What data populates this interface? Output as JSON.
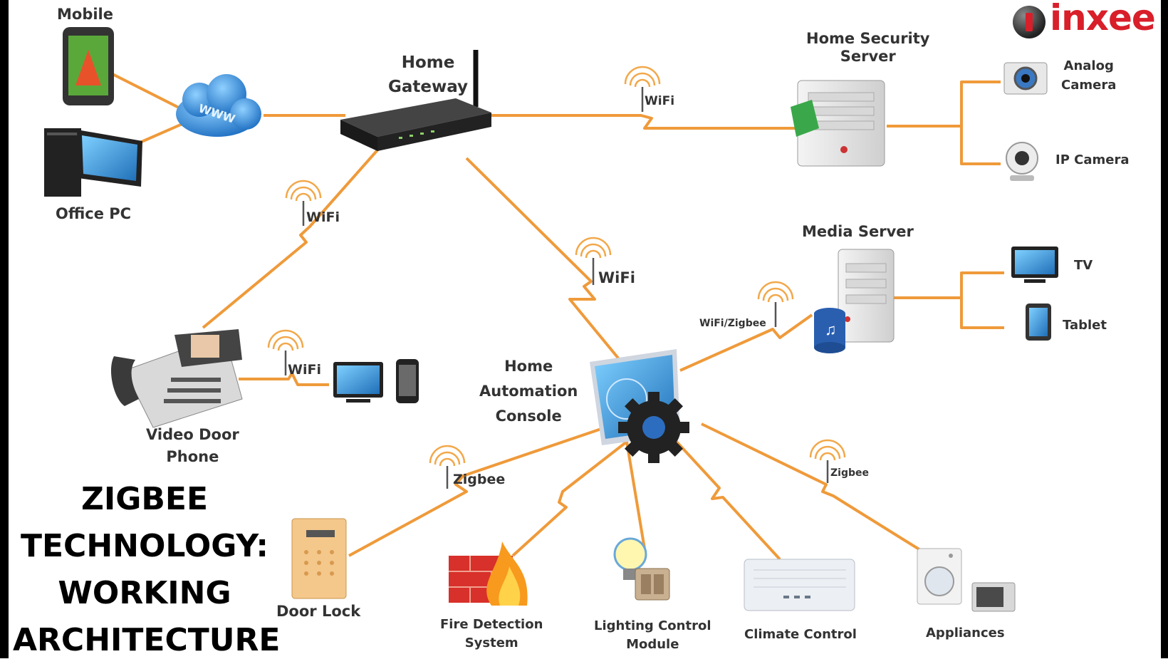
{
  "title": {
    "lines": [
      "ZIGBEE",
      "TECHNOLOGY:",
      "WORKING",
      "ARCHITECTURE"
    ]
  },
  "logo": {
    "text": "inxee"
  },
  "devices": {
    "mobile": "Mobile",
    "office_pc": "Office PC",
    "home_gateway": [
      "Home",
      "Gateway"
    ],
    "home_security_server": [
      "Home Security",
      "Server"
    ],
    "analog_camera": [
      "Analog",
      "Camera"
    ],
    "ip_camera": "IP Camera",
    "media_server": "Media Server",
    "tv": "TV",
    "tablet": "Tablet",
    "home_automation_console": [
      "Home",
      "Automation",
      "Console"
    ],
    "video_door_phone": [
      "Video Door",
      "Phone"
    ],
    "door_lock": "Door Lock",
    "fire_detection": [
      "Fire Detection",
      "System"
    ],
    "lighting_control": [
      "Lighting Control",
      "Module"
    ],
    "climate_control": "Climate Control",
    "appliances": "Appliances"
  },
  "cloud": {
    "text": "WWW"
  },
  "links": {
    "gateway_security": "WiFi",
    "gateway_phone": "WiFi",
    "gateway_console": "WiFi",
    "phone_tv": "WiFi",
    "console_media": "WiFi/Zigbee",
    "console_doorlock": "Zigbee",
    "console_appliances": "Zigbee"
  },
  "colors": {
    "link": "#ef9a3a",
    "logo": "#d81f2a",
    "title": "#000000"
  },
  "icons": [
    "mobile-icon",
    "desktop-pc-icon",
    "cloud-icon",
    "router-icon",
    "server-icon",
    "camera-icon",
    "webcam-icon",
    "tv-icon",
    "tablet-icon",
    "monitor-gear-icon",
    "desk-phone-icon",
    "keypad-icon",
    "firewall-icon",
    "bulb-icon",
    "air-conditioner-icon",
    "washer-icon",
    "microwave-icon",
    "wifi-signal-icon"
  ]
}
